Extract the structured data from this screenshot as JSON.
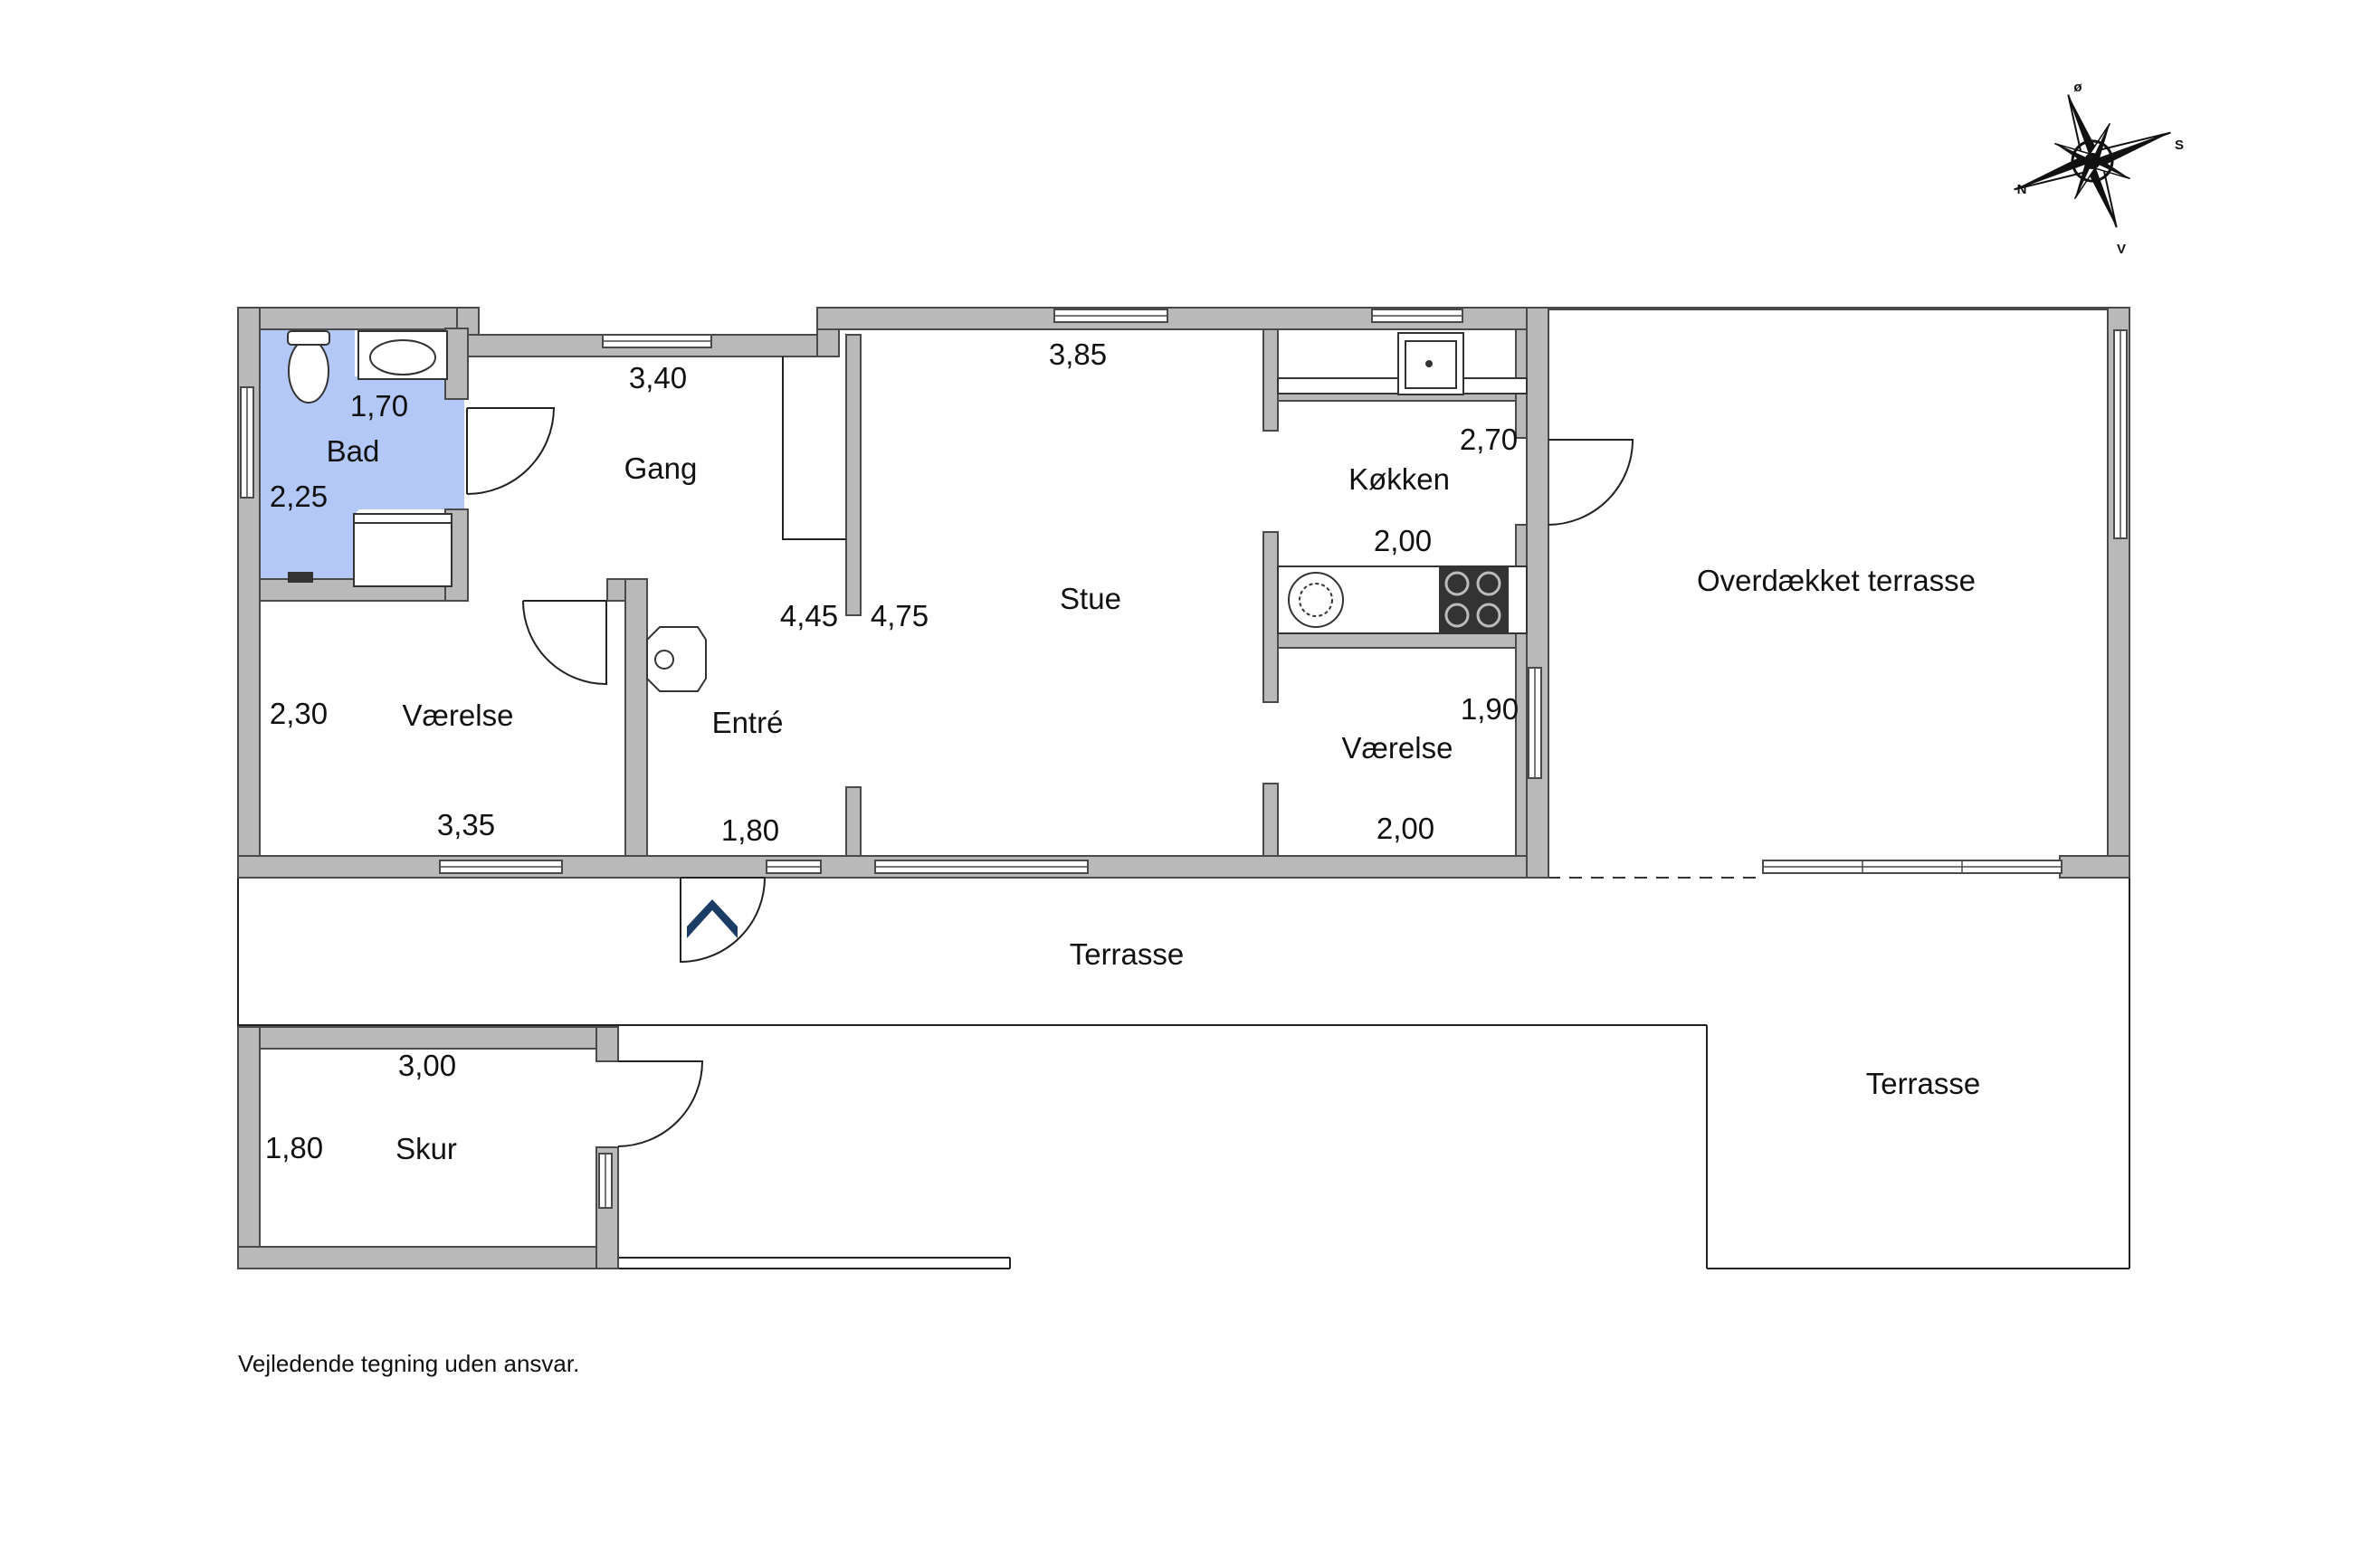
{
  "compass": {
    "n": "N",
    "s": "S",
    "o": "ø",
    "v": "V"
  },
  "rooms": {
    "bad": {
      "name": "Bad",
      "dim_w": "1,70",
      "dim_h": "2,25"
    },
    "gang": {
      "name": "Gang",
      "dim_w": "3,40"
    },
    "entre": {
      "name": "Entré",
      "dim_w": "1,80",
      "dim_h": "4,45"
    },
    "stue": {
      "name": "Stue",
      "dim_w": "3,85",
      "dim_h": "4,75"
    },
    "kokken": {
      "name": "Køkken",
      "dim_w": "2,00",
      "dim_h": "2,70"
    },
    "vaerelse1": {
      "name": "Værelse",
      "dim_w": "3,35",
      "dim_h": "2,30"
    },
    "vaerelse2": {
      "name": "Værelse",
      "dim_w": "2,00",
      "dim_h": "1,90"
    },
    "overdaekket": {
      "name": "Overdækket terrasse"
    },
    "terrasse1": {
      "name": "Terrasse"
    },
    "terrasse2": {
      "name": "Terrasse"
    },
    "skur": {
      "name": "Skur",
      "dim_w": "3,00",
      "dim_h": "1,80"
    }
  },
  "colors": {
    "bathroom": "#b3c8f7",
    "wall": "#b9b9b9",
    "entry_arrow": "#1b3d63"
  },
  "footnote": "Vejledende tegning uden ansvar."
}
